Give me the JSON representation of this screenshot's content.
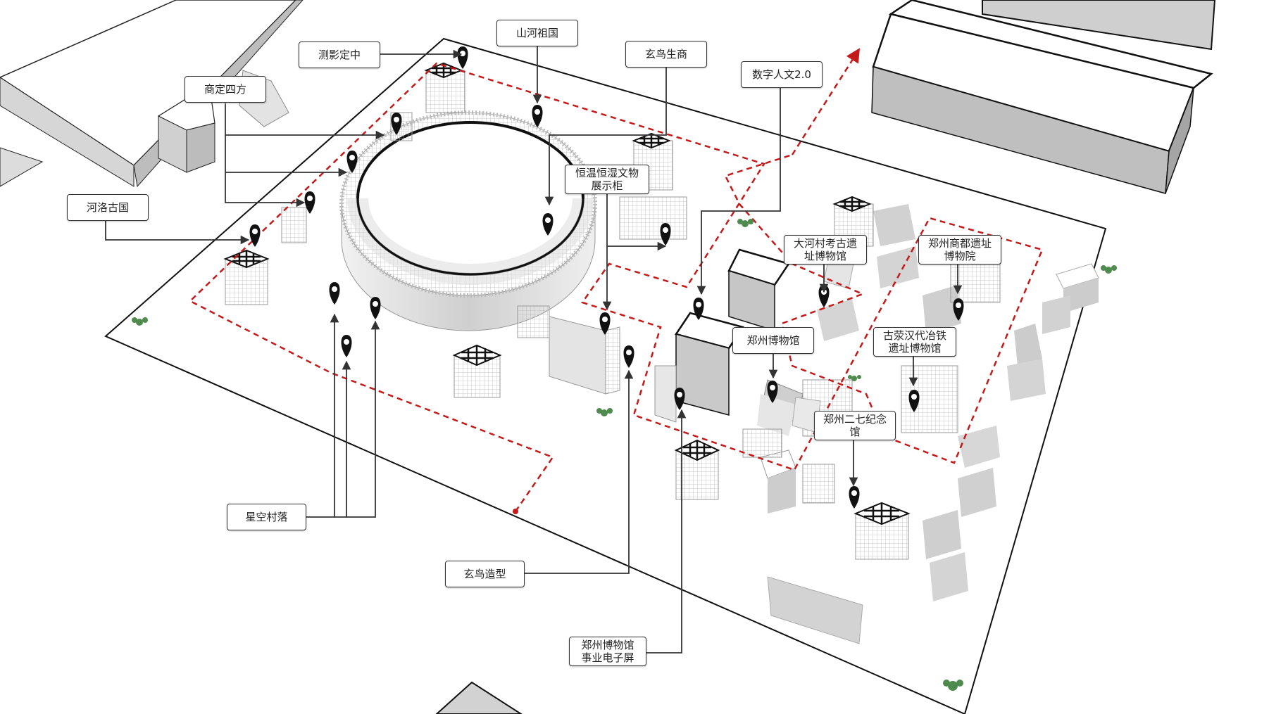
{
  "labels": {
    "ceying_dingzhong": "测影定中",
    "shanhe_zuguo": "山河祖国",
    "xuanniao_shengshang": "玄鸟生商",
    "shuzi_renwen": "数字人文2.0",
    "shangding_sifang": "商定四方",
    "heluo_guguo": "河洛古国",
    "hengwen_display": "恒温恒湿文物展示柜",
    "dahecun_museum": "大河村考古遗址博物馆",
    "zhengzhou_shangdu": "郑州商都遗址博物院",
    "zhengzhou_museum": "郑州博物馆",
    "guxing_handai": "古荥汉代冶铁遗址博物馆",
    "zhengzhou_erqi": "郑州二七纪念馆",
    "xingkong_cunluo": "星空村落",
    "xuanniao_zaoxing": "玄鸟造型",
    "zhengzhou_screen": "郑州博物馆事业电子屏"
  },
  "colors": {
    "route": "#c41a1a",
    "building_top": "#ffffff",
    "building_side": "#d4d4d4",
    "building_dark": "#a8a8a8",
    "outline": "#111111",
    "plaza": "#ffffff",
    "marker": "#111111",
    "tree": "#4f8a4f"
  },
  "icons": {
    "marker": "map-pin-icon",
    "tree": "tree-icon",
    "arrow": "arrow-icon"
  }
}
